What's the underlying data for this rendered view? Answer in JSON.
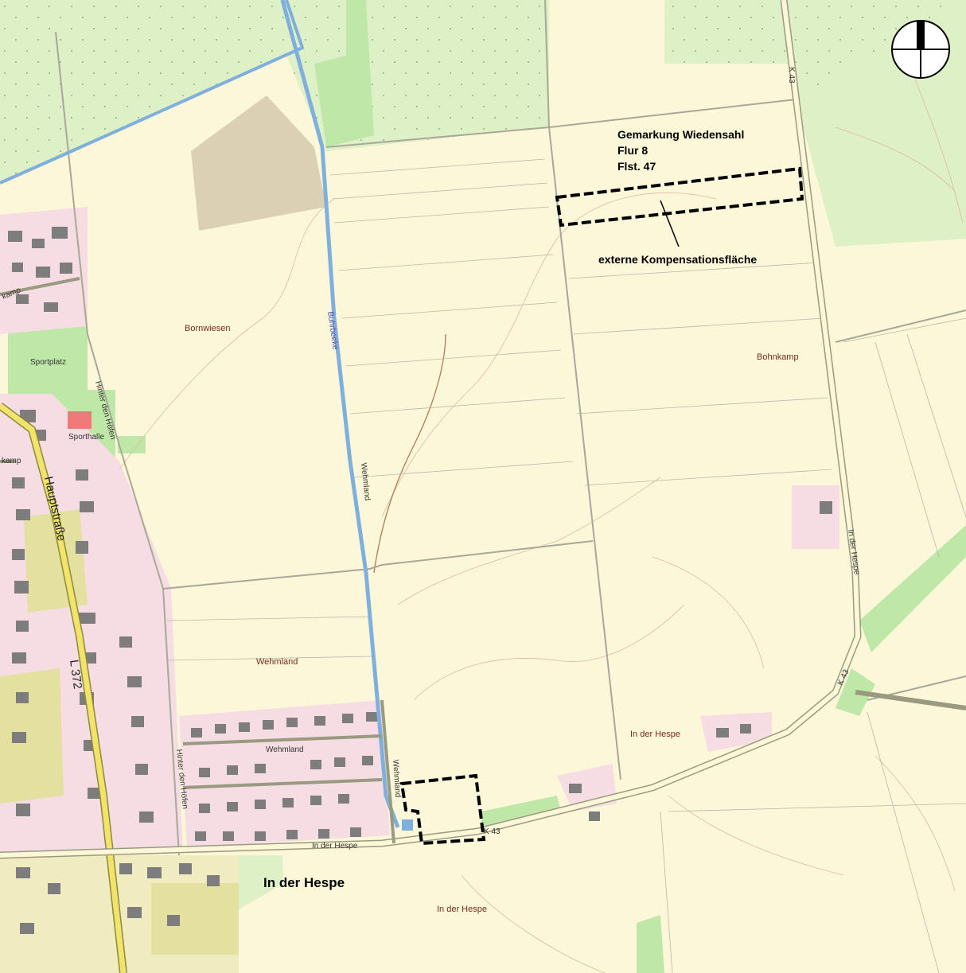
{
  "map": {
    "compass": "north-arrow-icon",
    "parcel": {
      "gemarkung": "Gemarkung Wiedensahl",
      "flur": "Flur 8",
      "flurstueck": "Flst. 47",
      "caption": "externe Kompensationsfläche"
    },
    "place_title": "In der Hespe",
    "areas": {
      "bornwiesen": "Bornwiesen",
      "bohnkamp": "Bohnkamp",
      "wehmland": "Wehmland",
      "hespe_east": "In der Hespe",
      "hespe_south": "In der Hespe",
      "sportplatz": "Sportplatz",
      "sporthalle": "Sporthalle"
    },
    "roads": {
      "k43_north": "K 43",
      "k43_east": "K 43",
      "k43_south": "K 43",
      "hauptstrasse": "Hauptstraße",
      "l372": "L 372",
      "wehmland_road": "Wehmland",
      "wehmland_street": "Wehmland",
      "wehmland_south": "Wehmland",
      "hinter_den_hoefen_north": "Hinter den Höfen",
      "hinter_den_hoefen_south": "Hinter den Höfen",
      "in_der_hespe_road": "In der Hespe",
      "in_der_hespe_east": "In der Hespe",
      "kamp_left": "kamp",
      "kamp_left2": "kamp"
    },
    "water": {
      "buhrbeeke": "Buhrbeeke"
    },
    "colors": {
      "field": "#fcf7d9",
      "forest": "#ddf0c6",
      "meadow": "#bfe8a8",
      "settlement": "#f5dde3",
      "building": "#7d7d7d",
      "water": "#7fb0dd",
      "road_main": "#f2e36a",
      "parcel_outline": "#000000"
    }
  }
}
